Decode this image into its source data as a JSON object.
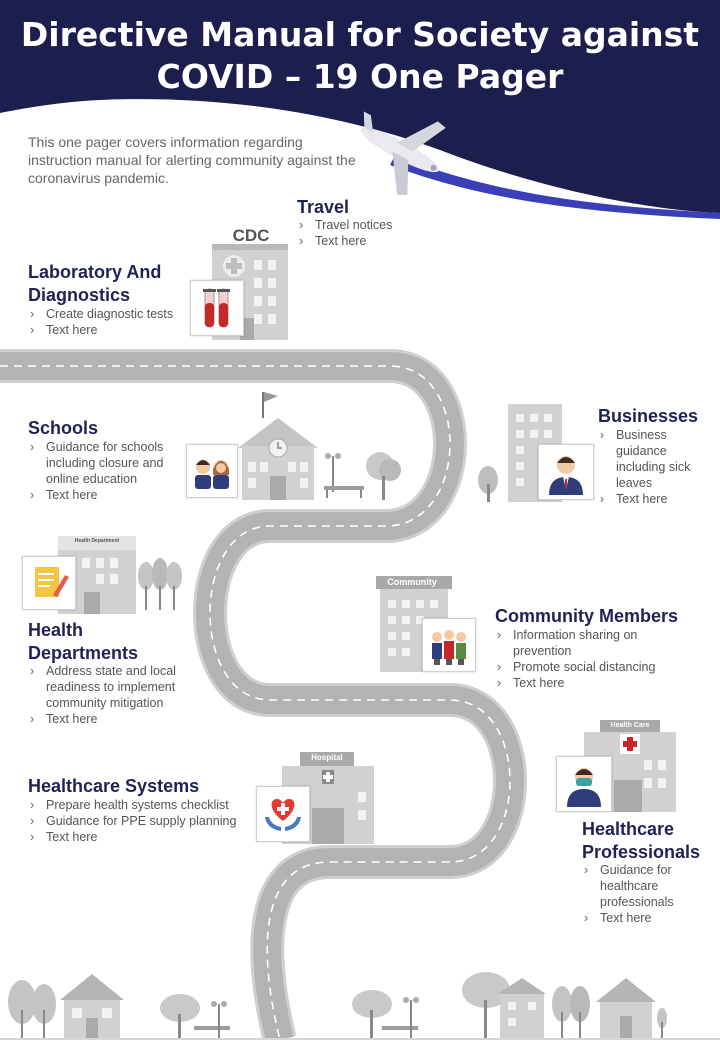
{
  "colors": {
    "navy": "#1c1e4d",
    "accent": "#3a3fb8",
    "road": "#b3b3b3",
    "building": "#c9c9c9",
    "heading": "#1f2256"
  },
  "title": {
    "line1": "Directive Manual for Society against",
    "line2": "COVID – 19  One Pager"
  },
  "intro": "This one pager covers information regarding instruction manual for alerting community against the coronavirus pandemic.",
  "signs": {
    "cdc": "CDC",
    "health_department": "Health Department",
    "community": "Community",
    "hospital": "Hospital",
    "health_care": "Health Care"
  },
  "sections": {
    "travel": {
      "title": "Travel",
      "items": [
        "Travel notices",
        "Text here"
      ]
    },
    "lab": {
      "title": "Laboratory And Diagnostics",
      "items": [
        "Create diagnostic tests",
        "Text here"
      ]
    },
    "schools": {
      "title": "Schools",
      "items": [
        "Guidance for schools including closure and online education",
        "Text here"
      ]
    },
    "businesses": {
      "title": "Businesses",
      "items": [
        "Business guidance including sick leaves",
        "Text here"
      ]
    },
    "health_departments": {
      "title": "Health Departments",
      "items": [
        "Address state and local readiness to implement community mitigation",
        "Text here"
      ]
    },
    "community": {
      "title": "Community Members",
      "items": [
        "Information  sharing on prevention",
        "Promote social distancing",
        "Text here"
      ]
    },
    "healthcare_systems": {
      "title": "Healthcare Systems",
      "items": [
        "Prepare health systems checklist",
        "Guidance for PPE supply planning",
        "Text here"
      ]
    },
    "healthcare_professionals": {
      "title": "Healthcare Professionals",
      "items": [
        "Guidance for healthcare professionals",
        "Text here"
      ]
    }
  }
}
